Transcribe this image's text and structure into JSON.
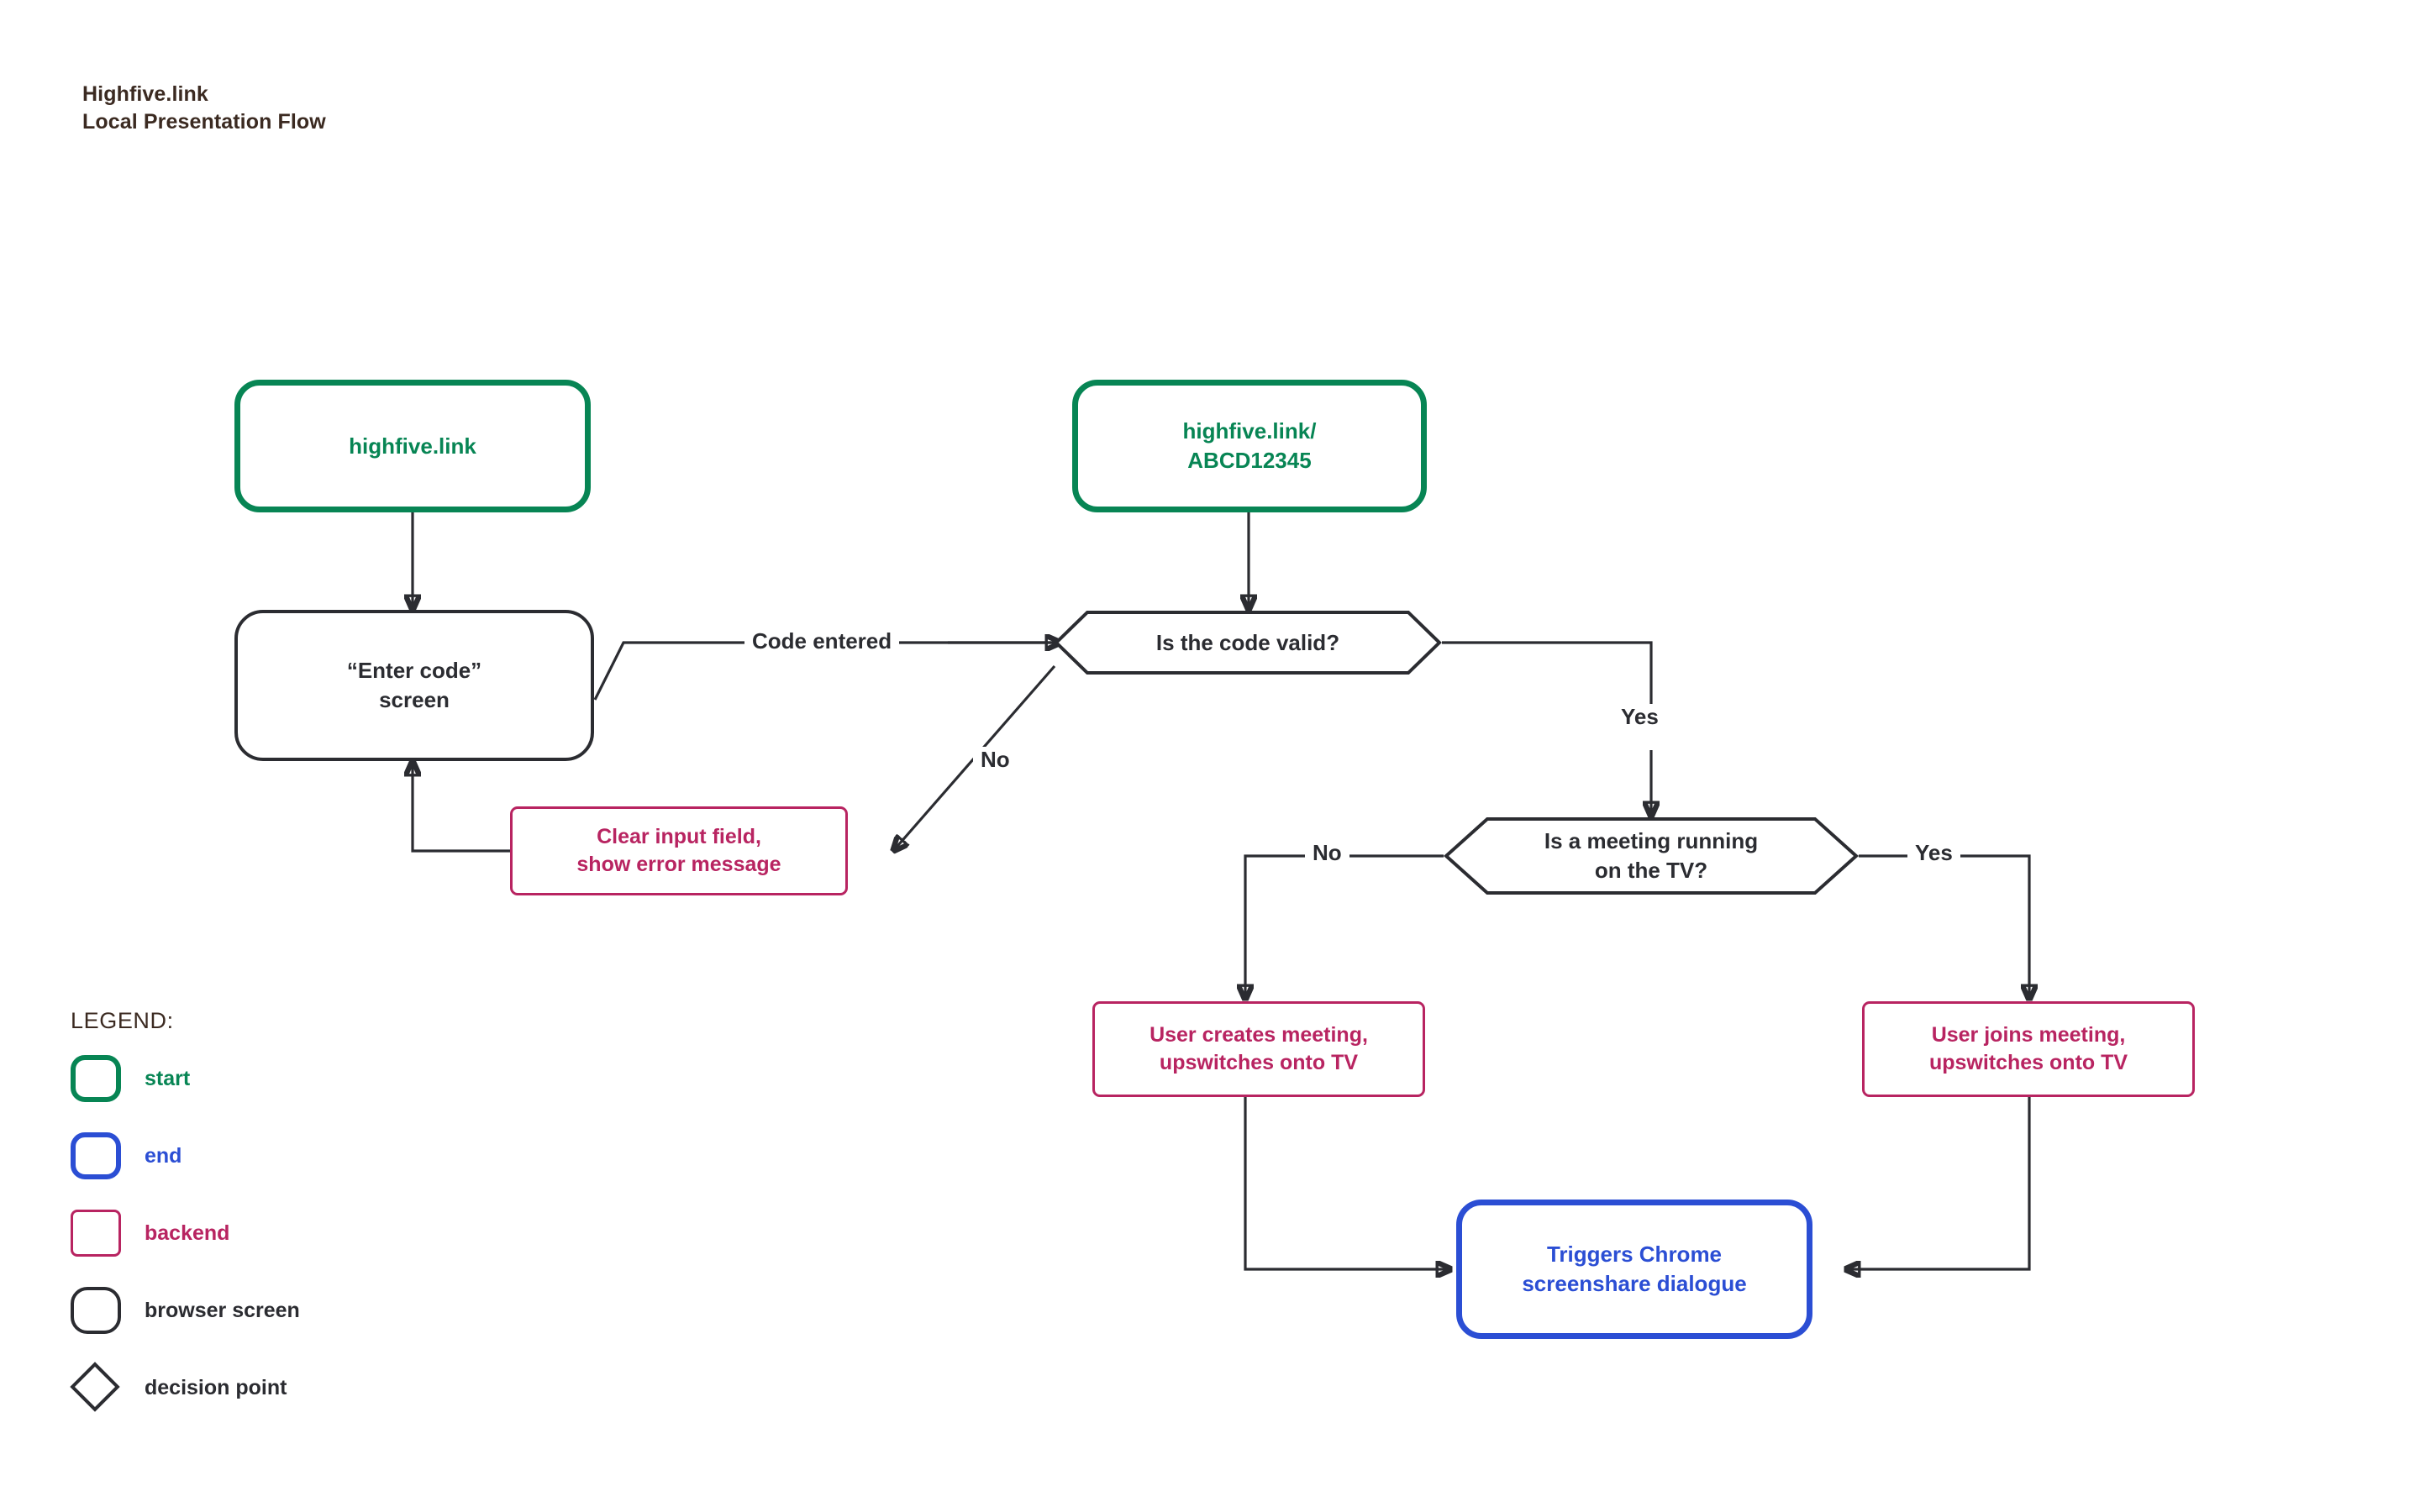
{
  "header": {
    "title_line1": "Highfive.link",
    "title_line2": "Local Presentation Flow"
  },
  "colors": {
    "start": "#078554",
    "end": "#2b4ed4",
    "backend": "#b82461",
    "screen": "#2b2c31",
    "title": "#3b2a21",
    "edge": "#2b2c31",
    "background": "#ffffff"
  },
  "nodes": {
    "start_home": {
      "label": "highfive.link",
      "type": "start"
    },
    "start_code_url": {
      "label": "highfive.link/\nABCD12345",
      "type": "start"
    },
    "enter_code_screen": {
      "label": "“Enter code”\nscreen",
      "type": "browser-screen"
    },
    "decision_code_valid": {
      "label": "Is the code valid?",
      "type": "decision"
    },
    "clear_input": {
      "label": "Clear input field,\nshow error message",
      "type": "backend"
    },
    "decision_meeting_running": {
      "label": "Is a meeting running\non the TV?",
      "type": "decision"
    },
    "user_creates_meeting": {
      "label": "User creates meeting,\nupswitches onto TV",
      "type": "backend"
    },
    "user_joins_meeting": {
      "label": "User joins meeting,\nupswitches onto TV",
      "type": "backend"
    },
    "triggers_screenshare": {
      "label": "Triggers Chrome\nscreenshare dialogue",
      "type": "end"
    }
  },
  "edge_labels": {
    "code_entered": "Code entered",
    "code_invalid_no": "No",
    "code_valid_yes": "Yes",
    "meeting_no": "No",
    "meeting_yes": "Yes"
  },
  "legend": {
    "heading": "LEGEND:",
    "items": [
      {
        "label": "start",
        "shape": "rounded-rect",
        "color": "#078554"
      },
      {
        "label": "end",
        "shape": "rounded-rect",
        "color": "#2b4ed4"
      },
      {
        "label": "backend",
        "shape": "rect",
        "color": "#b82461"
      },
      {
        "label": "browser screen",
        "shape": "rounded-rect",
        "color": "#2b2c31"
      },
      {
        "label": "decision point",
        "shape": "diamond",
        "color": "#2b2c31"
      }
    ]
  }
}
